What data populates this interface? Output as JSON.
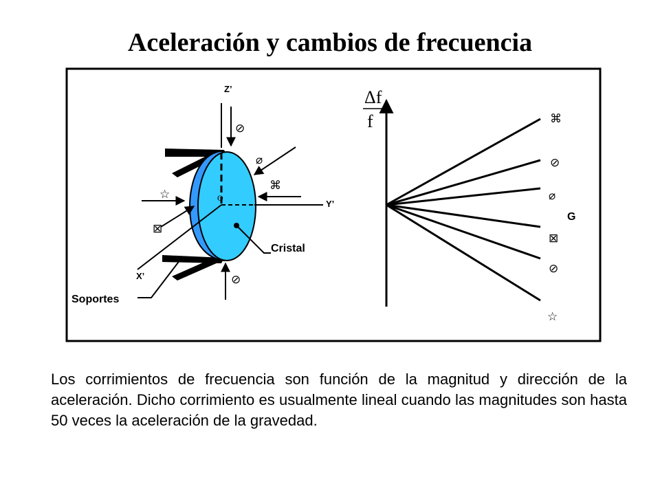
{
  "title": "Aceleración y cambios de frecuencia",
  "diagram": {
    "axis_z": "Z’",
    "axis_y": "Y’",
    "axis_x": "X’",
    "origin": "O",
    "crystal_label": "Cristal",
    "supports_label": "Soportes",
    "ratio_numerator": "Δf",
    "ratio_denominator": "f",
    "g_label": "G",
    "crystal_color": "#33ccff",
    "crystal_edge_color": "#3399ff"
  },
  "caption": "Los corrimientos de frecuencia son función de la magnitud y dirección de la aceleración. Dicho corrimiento es usualmente lineal cuando las magnitudes son hasta 50 veces la aceleración de la gravedad."
}
